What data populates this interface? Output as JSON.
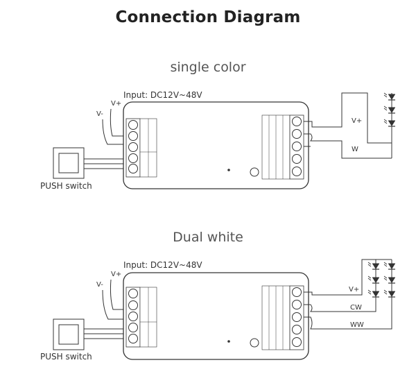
{
  "title": "Connection Diagram",
  "sections": [
    {
      "title": "single color",
      "input_label": "Input: DC12V~48V",
      "v_minus": "V-",
      "v_plus": "V+",
      "push_switch": "PUSH switch",
      "outputs": [
        "V+",
        "W"
      ]
    },
    {
      "title": "Dual white",
      "input_label": "Input: DC12V~48V",
      "v_minus": "V-",
      "v_plus": "V+",
      "push_switch": "PUSH switch",
      "outputs": [
        "V+",
        "CW",
        "WW"
      ]
    }
  ],
  "colors": {
    "line": "#333333",
    "title": "#222222",
    "section_title": "#555555"
  }
}
